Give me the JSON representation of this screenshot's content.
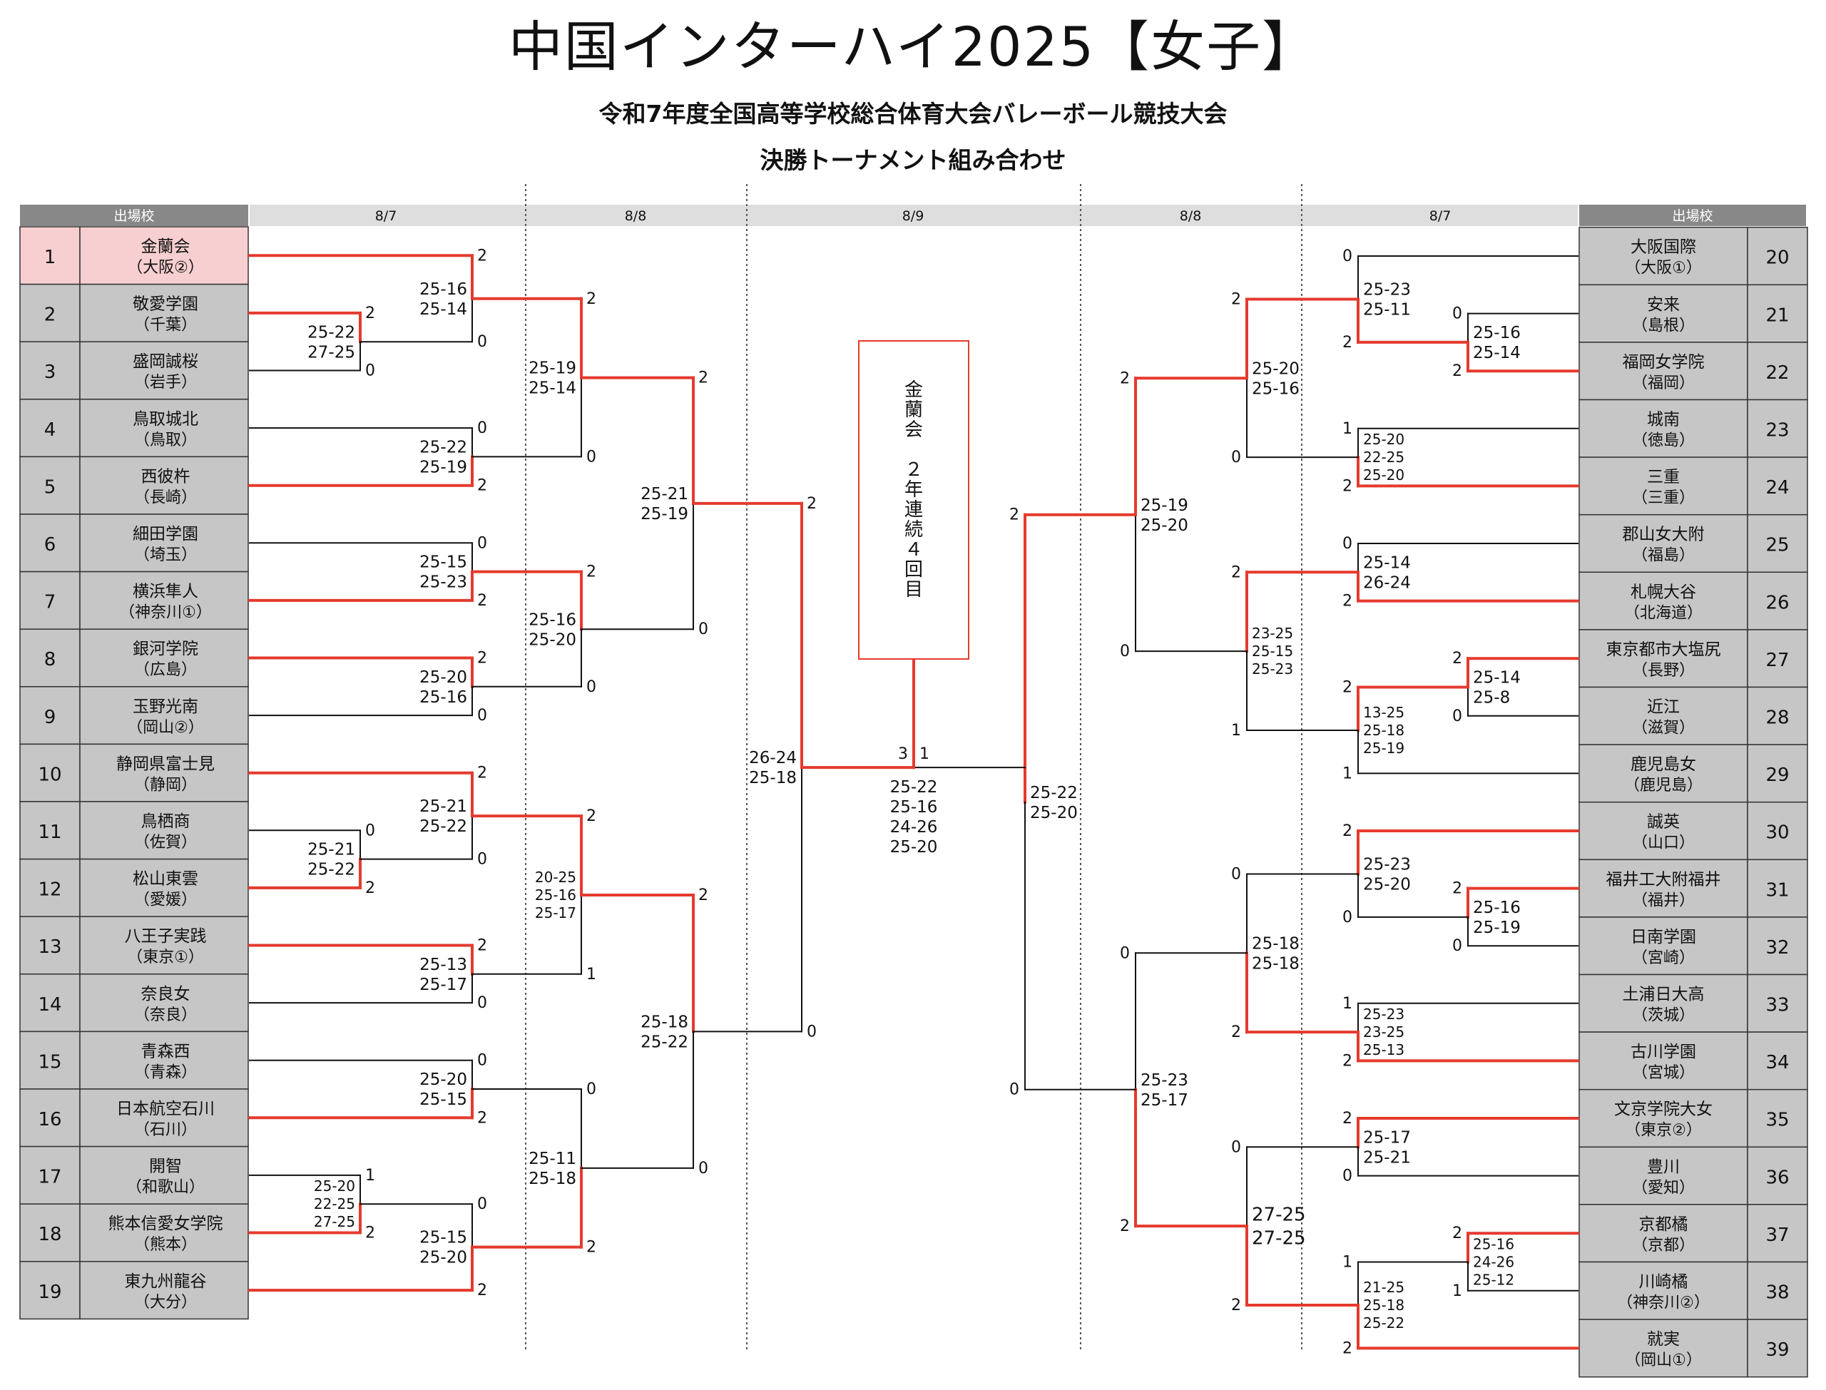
{
  "title": "中国インターハイ2025【女子】",
  "subtitle": "令和7年度全国高等学校総合体育大会バレーボール競技大会",
  "subtitle2": "決勝トーナメント組み合わせ",
  "header": {
    "left_label": "出場校",
    "right_label": "出場校",
    "dates_left": [
      "8/7",
      "8/8"
    ],
    "date_center": "8/9",
    "dates_right": [
      "8/8",
      "8/7"
    ]
  },
  "colors": {
    "win": "#e53a2e",
    "lose": "#111111",
    "row_bg": "#c6c6c6",
    "highlight": "#f7cfd0",
    "champion_border": "#e53a2e"
  },
  "left_teams": [
    {
      "seed": "1",
      "name": "金蘭会",
      "pref": "（大阪②）"
    },
    {
      "seed": "2",
      "name": "敬愛学園",
      "pref": "（千葉）"
    },
    {
      "seed": "3",
      "name": "盛岡誠桜",
      "pref": "（岩手）"
    },
    {
      "seed": "4",
      "name": "鳥取城北",
      "pref": "（鳥取）"
    },
    {
      "seed": "5",
      "name": "西彼杵",
      "pref": "（長崎）"
    },
    {
      "seed": "6",
      "name": "細田学園",
      "pref": "（埼玉）"
    },
    {
      "seed": "7",
      "name": "横浜隼人",
      "pref": "（神奈川①）"
    },
    {
      "seed": "8",
      "name": "銀河学院",
      "pref": "（広島）"
    },
    {
      "seed": "9",
      "name": "玉野光南",
      "pref": "（岡山②）"
    },
    {
      "seed": "10",
      "name": "静岡県富士見",
      "pref": "（静岡）"
    },
    {
      "seed": "11",
      "name": "鳥栖商",
      "pref": "（佐賀）"
    },
    {
      "seed": "12",
      "name": "松山東雲",
      "pref": "（愛媛）"
    },
    {
      "seed": "13",
      "name": "八王子実践",
      "pref": "（東京①）"
    },
    {
      "seed": "14",
      "name": "奈良女",
      "pref": "（奈良）"
    },
    {
      "seed": "15",
      "name": "青森西",
      "pref": "（青森）"
    },
    {
      "seed": "16",
      "name": "日本航空石川",
      "pref": "（石川）"
    },
    {
      "seed": "17",
      "name": "開智",
      "pref": "（和歌山）"
    },
    {
      "seed": "18",
      "name": "熊本信愛女学院",
      "pref": "（熊本）"
    },
    {
      "seed": "19",
      "name": "東九州龍谷",
      "pref": "（大分）"
    }
  ],
  "right_teams": [
    {
      "seed": "20",
      "name": "大阪国際",
      "pref": "（大阪①）"
    },
    {
      "seed": "21",
      "name": "安来",
      "pref": "（島根）"
    },
    {
      "seed": "22",
      "name": "福岡女学院",
      "pref": "（福岡）"
    },
    {
      "seed": "23",
      "name": "城南",
      "pref": "（徳島）"
    },
    {
      "seed": "24",
      "name": "三重",
      "pref": "（三重）"
    },
    {
      "seed": "25",
      "name": "郡山女大附",
      "pref": "（福島）"
    },
    {
      "seed": "26",
      "name": "札幌大谷",
      "pref": "（北海道）"
    },
    {
      "seed": "27",
      "name": "東京都市大塩尻",
      "pref": "（長野）"
    },
    {
      "seed": "28",
      "name": "近江",
      "pref": "（滋賀）"
    },
    {
      "seed": "29",
      "name": "鹿児島女",
      "pref": "（鹿児島）"
    },
    {
      "seed": "30",
      "name": "誠英",
      "pref": "（山口）"
    },
    {
      "seed": "31",
      "name": "福井工大附福井",
      "pref": "（福井）"
    },
    {
      "seed": "32",
      "name": "日南学園",
      "pref": "（宮崎）"
    },
    {
      "seed": "33",
      "name": "土浦日大高",
      "pref": "（茨城）"
    },
    {
      "seed": "34",
      "name": "古川学園",
      "pref": "（宮城）"
    },
    {
      "seed": "35",
      "name": "文京学院大女",
      "pref": "（東京②）"
    },
    {
      "seed": "36",
      "name": "豊川",
      "pref": "（愛知）"
    },
    {
      "seed": "37",
      "name": "京都橘",
      "pref": "（京都）"
    },
    {
      "seed": "38",
      "name": "川崎橘",
      "pref": "（神奈川②）"
    },
    {
      "seed": "39",
      "name": "就実",
      "pref": "（岡山①）"
    }
  ],
  "champion": {
    "text": "金蘭会　２年連続４回目"
  },
  "matches": [
    {
      "id": "L0a",
      "sets_a": "2",
      "sets_b": "0",
      "scores": [
        "25-22",
        "27-25"
      ]
    },
    {
      "id": "L1a",
      "sets_a": "0",
      "sets_b": "2",
      "scores": [
        "25-21",
        "25-22"
      ]
    },
    {
      "id": "L2a",
      "sets_a": "1",
      "sets_b": "2",
      "scores": [
        "25-20",
        "22-25",
        "27-25"
      ]
    },
    {
      "id": "L1",
      "sets_a": "2",
      "sets_b": "0",
      "scores": [
        "25-16",
        "25-14"
      ]
    },
    {
      "id": "L2",
      "sets_a": "0",
      "sets_b": "2",
      "scores": [
        "25-22",
        "25-19"
      ]
    },
    {
      "id": "L3",
      "sets_a": "0",
      "sets_b": "2",
      "scores": [
        "25-15",
        "25-23"
      ]
    },
    {
      "id": "L4",
      "sets_a": "2",
      "sets_b": "0",
      "scores": [
        "25-20",
        "25-16"
      ]
    },
    {
      "id": "L5",
      "sets_a": "2",
      "sets_b": "0",
      "scores": [
        "25-21",
        "25-22"
      ]
    },
    {
      "id": "L6",
      "sets_a": "2",
      "sets_b": "0",
      "scores": [
        "25-13",
        "25-17"
      ]
    },
    {
      "id": "L7",
      "sets_a": "0",
      "sets_b": "2",
      "scores": [
        "25-20",
        "25-15"
      ]
    },
    {
      "id": "L8",
      "sets_a": "0",
      "sets_b": "2",
      "scores": [
        "25-15",
        "25-20"
      ]
    },
    {
      "id": "L9",
      "sets_a": "2",
      "sets_b": "0",
      "scores": [
        "25-19",
        "25-14"
      ]
    },
    {
      "id": "L10",
      "sets_a": "2",
      "sets_b": "0",
      "scores": [
        "25-16",
        "25-20"
      ]
    },
    {
      "id": "L11",
      "sets_a": "2",
      "sets_b": "1",
      "scores": [
        "20-25",
        "25-16",
        "25-17"
      ]
    },
    {
      "id": "L12",
      "sets_a": "0",
      "sets_b": "2",
      "scores": [
        "25-11",
        "25-18"
      ]
    },
    {
      "id": "L13",
      "sets_a": "2",
      "sets_b": "0",
      "scores": [
        "25-21",
        "25-19"
      ]
    },
    {
      "id": "L14",
      "sets_a": "2",
      "sets_b": "0",
      "scores": [
        "25-18",
        "25-22"
      ]
    },
    {
      "id": "L15",
      "sets_a": "2",
      "sets_b": "0",
      "scores": [
        "26-24",
        "25-18"
      ]
    },
    {
      "id": "F",
      "sets_a": "3",
      "sets_b": "1",
      "scores": [
        "25-22",
        "25-16",
        "24-26",
        "25-20"
      ]
    },
    {
      "id": "R15",
      "sets_a": "2",
      "sets_b": "0",
      "scores": [
        "25-22",
        "25-20"
      ]
    },
    {
      "id": "R13",
      "sets_a": "2",
      "sets_b": "0",
      "scores": [
        "25-19",
        "25-20"
      ]
    },
    {
      "id": "R14",
      "sets_a": "0",
      "sets_b": "2",
      "scores": [
        "25-23",
        "25-17"
      ]
    },
    {
      "id": "R9",
      "sets_a": "2",
      "sets_b": "0",
      "scores": [
        "25-20",
        "25-16"
      ]
    },
    {
      "id": "R10",
      "sets_a": "2",
      "sets_b": "1",
      "scores": [
        "23-25",
        "25-15",
        "25-23"
      ]
    },
    {
      "id": "R11",
      "sets_a": "0",
      "sets_b": "2",
      "scores": [
        "25-18",
        "25-18"
      ]
    },
    {
      "id": "R12",
      "sets_a": "0",
      "sets_b": "2",
      "scores": [
        "27-25",
        "27-25"
      ]
    },
    {
      "id": "R1",
      "sets_a": "0",
      "sets_b": "2",
      "scores": [
        "25-23",
        "25-11"
      ]
    },
    {
      "id": "R2",
      "sets_a": "1",
      "sets_b": "2",
      "scores": [
        "25-20",
        "22-25",
        "25-20"
      ]
    },
    {
      "id": "R3",
      "sets_a": "0",
      "sets_b": "2",
      "scores": [
        "25-14",
        "26-24"
      ]
    },
    {
      "id": "R4",
      "sets_a": "2",
      "sets_b": "1",
      "scores": [
        "13-25",
        "25-18",
        "25-19"
      ]
    },
    {
      "id": "R5",
      "sets_a": "2",
      "sets_b": "0",
      "scores": [
        "25-23",
        "25-20"
      ]
    },
    {
      "id": "R6",
      "sets_a": "1",
      "sets_b": "2",
      "scores": [
        "25-23",
        "23-25",
        "25-13"
      ]
    },
    {
      "id": "R7",
      "sets_a": "2",
      "sets_b": "0",
      "scores": [
        "25-17",
        "25-21"
      ]
    },
    {
      "id": "R8",
      "sets_a": "1",
      "sets_b": "2",
      "scores": [
        "21-25",
        "25-18",
        "25-22"
      ]
    },
    {
      "id": "R1a",
      "sets_a": "0",
      "sets_b": "2",
      "scores": [
        "25-16",
        "25-14"
      ]
    },
    {
      "id": "R2a",
      "sets_a": "2",
      "sets_b": "0",
      "scores": [
        "25-14",
        "25-8"
      ]
    },
    {
      "id": "R3a",
      "sets_a": "2",
      "sets_b": "0",
      "scores": [
        "25-16",
        "25-19"
      ]
    },
    {
      "id": "R4a",
      "sets_a": "2",
      "sets_b": "1",
      "scores": [
        "25-16",
        "24-26",
        "25-12"
      ]
    }
  ]
}
